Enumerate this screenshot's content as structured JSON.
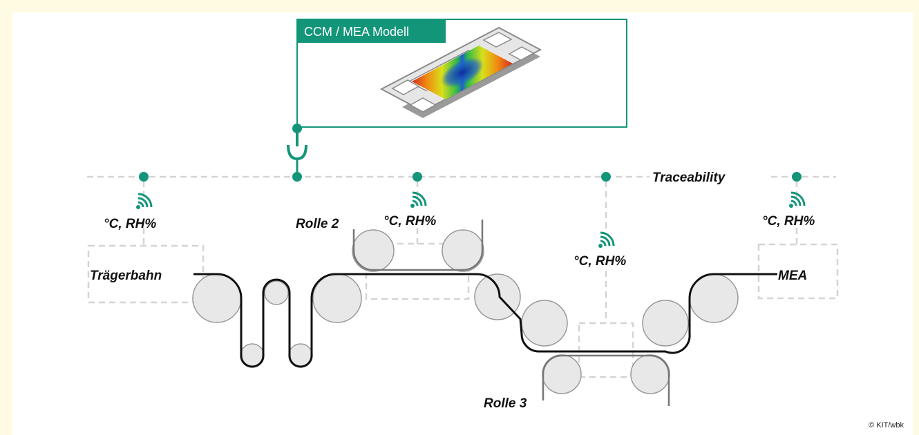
{
  "model_box": {
    "title": "CCM / MEA Modell"
  },
  "traceability_label": "Traceability",
  "sensors": [
    {
      "text": "°C, RH%"
    },
    {
      "text": "°C, RH%"
    },
    {
      "text": "°C, RH%"
    },
    {
      "text": "°C, RH%"
    }
  ],
  "labels": {
    "start": "Trägerbahn",
    "end": "MEA",
    "roll2": "Rolle 2",
    "roll3": "Rolle 3"
  },
  "copyright": "© KIT/wbk",
  "colors": {
    "accent": "#13957a",
    "page_border": "#fffbe2",
    "web": "#111111",
    "dashed": "#d4d4d4",
    "roller": "#e8e8e8"
  }
}
